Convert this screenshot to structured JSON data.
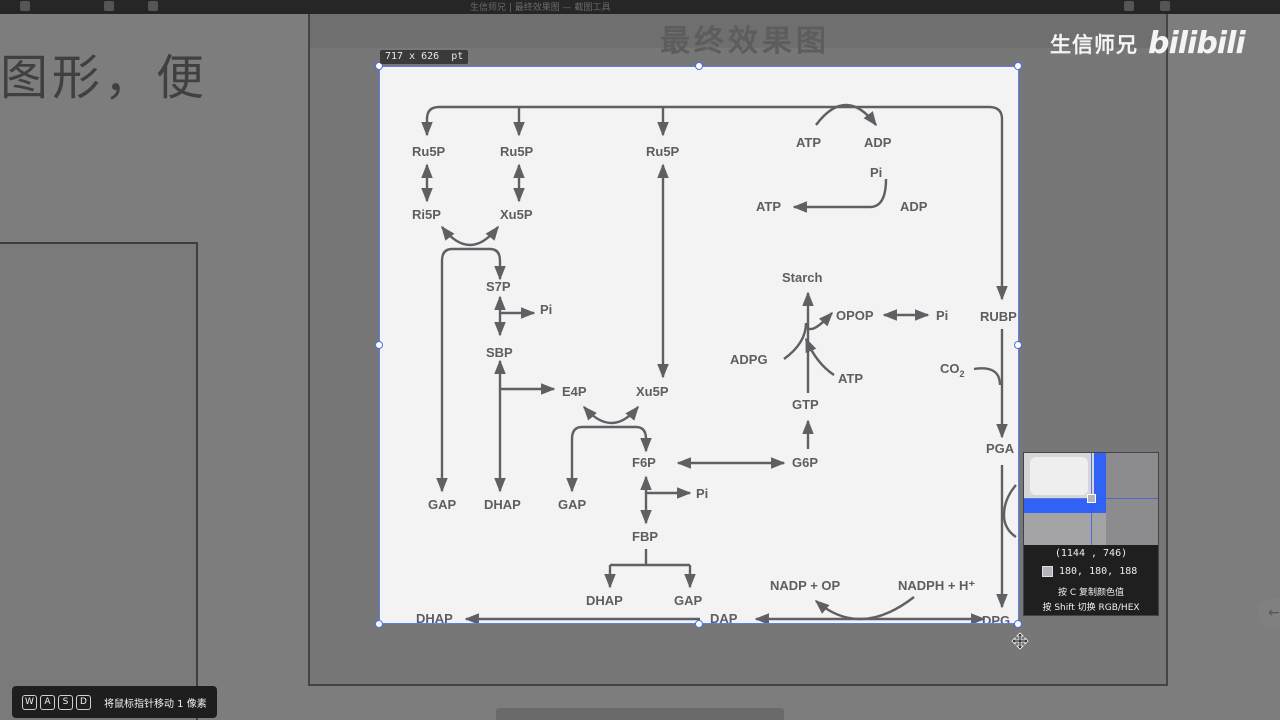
{
  "window": {
    "title": "生信师兄 | 最终效果图 — 截图工具"
  },
  "background": {
    "left_text": "图形，便",
    "slide_title": "最终效果图"
  },
  "watermark": {
    "name": "生信师兄",
    "logo": "bilibili"
  },
  "selection": {
    "size_label": "717 x 626  pt"
  },
  "diagram": {
    "labels": {
      "ru5p_1": "Ru5P",
      "ru5p_2": "Ru5P",
      "ru5p_3": "Ru5P",
      "ri5p": "Ri5P",
      "xu5p_1": "Xu5P",
      "xu5p_2": "Xu5P",
      "s7p": "S7P",
      "sbp": "SBP",
      "pi_s7p": "Pi",
      "e4p": "E4P",
      "f6p": "F6P",
      "g6p": "G6P",
      "pi_f6p": "Pi",
      "fbp": "FBP",
      "gap_1": "GAP",
      "dhap_1": "DHAP",
      "gap_2": "GAP",
      "dhap_2": "DHAP",
      "gap_3": "GAP",
      "dhap_bottom": "DHAP",
      "dap": "DAP",
      "dpg": "DPG",
      "atp_top": "ATP",
      "adp_top": "ADP",
      "pi_top": "Pi",
      "atp_mid": "ATP",
      "adp_mid": "ADP",
      "starch": "Starch",
      "opop": "OPOP",
      "pi_opop": "Pi",
      "adpg": "ADPG",
      "atp_lower": "ATP",
      "gtp": "GTP",
      "rubp": "RUBP",
      "co2": "CO",
      "co2_sub": "2",
      "pga": "PGA",
      "nadp": "NADP + OP",
      "nadph": "NADPH + H⁺"
    }
  },
  "magnifier": {
    "coords": "(1144 ,  746)",
    "color_value": "180, 180, 188",
    "hint_copy": "按 C 复制颜色值",
    "hint_shift": "按 Shift 切换 RGB/HEX"
  },
  "keyhint": {
    "keys": [
      "W",
      "A",
      "S",
      "D"
    ],
    "text": "将鼠标指针移动 1 像素"
  }
}
